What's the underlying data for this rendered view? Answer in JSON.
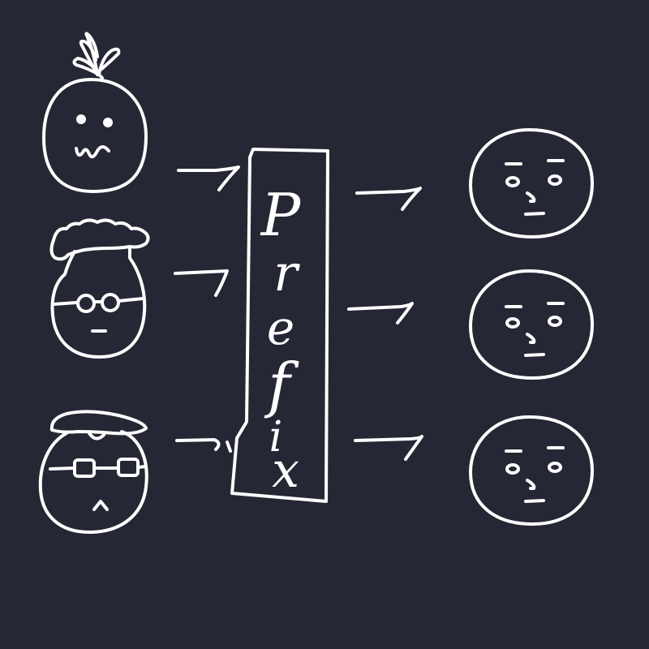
{
  "diagram": {
    "box_label_letters": [
      "P",
      "r",
      "e",
      "f",
      "i",
      "x"
    ],
    "inputs": [
      {
        "name": "sprout-face"
      },
      {
        "name": "curly-hair-glasses-face"
      },
      {
        "name": "cap-goggles-face"
      }
    ],
    "outputs": [
      {
        "name": "neutral-face-1"
      },
      {
        "name": "neutral-face-2"
      },
      {
        "name": "neutral-face-3"
      }
    ]
  },
  "colors": {
    "background": "#262734",
    "ink": "#ffffff"
  }
}
